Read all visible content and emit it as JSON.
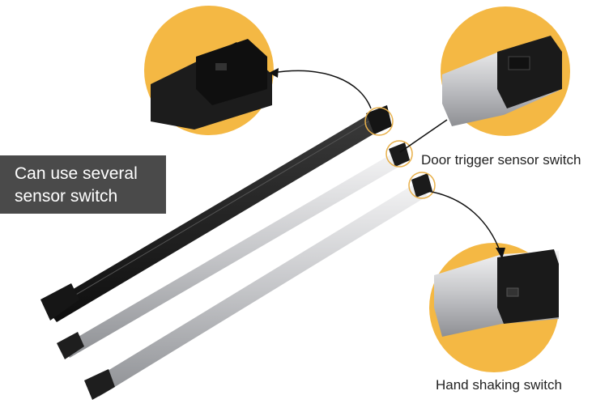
{
  "labels": {
    "multi_sensor_line1": "Can use several",
    "multi_sensor_line2": "sensor switch",
    "door_trigger": "Door trigger sensor switch",
    "hand_shaking": "Hand shaking switch"
  },
  "colors": {
    "callout_circle": "#f4b844",
    "label_box": "#4a4a4a",
    "black_profile": "#1c1c1c",
    "aluminum_profile": "#c9cacc",
    "end_cap": "#222222",
    "marker_ring": "#e8b04a"
  }
}
